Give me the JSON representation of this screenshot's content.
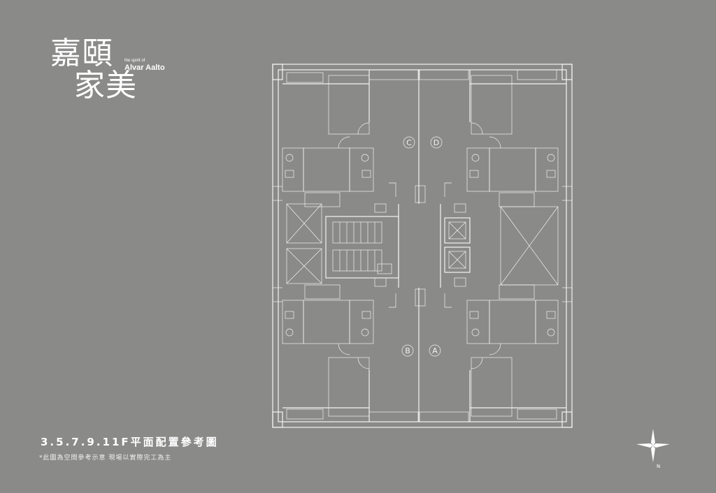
{
  "logo": {
    "line1": "嘉頤",
    "line2": "家美",
    "small": "the spirit of",
    "english": "Alvar Aalto"
  },
  "plan": {
    "title": "3.5.7.9.11F平面配置參考圖",
    "note": "*此圖為空間參考示意 現場以實際完工為主",
    "units": [
      "C",
      "D",
      "B",
      "A"
    ]
  },
  "compass": {
    "label": "N"
  },
  "colors": {
    "background": "#8a8a89",
    "lines": "#f3f3f3"
  }
}
